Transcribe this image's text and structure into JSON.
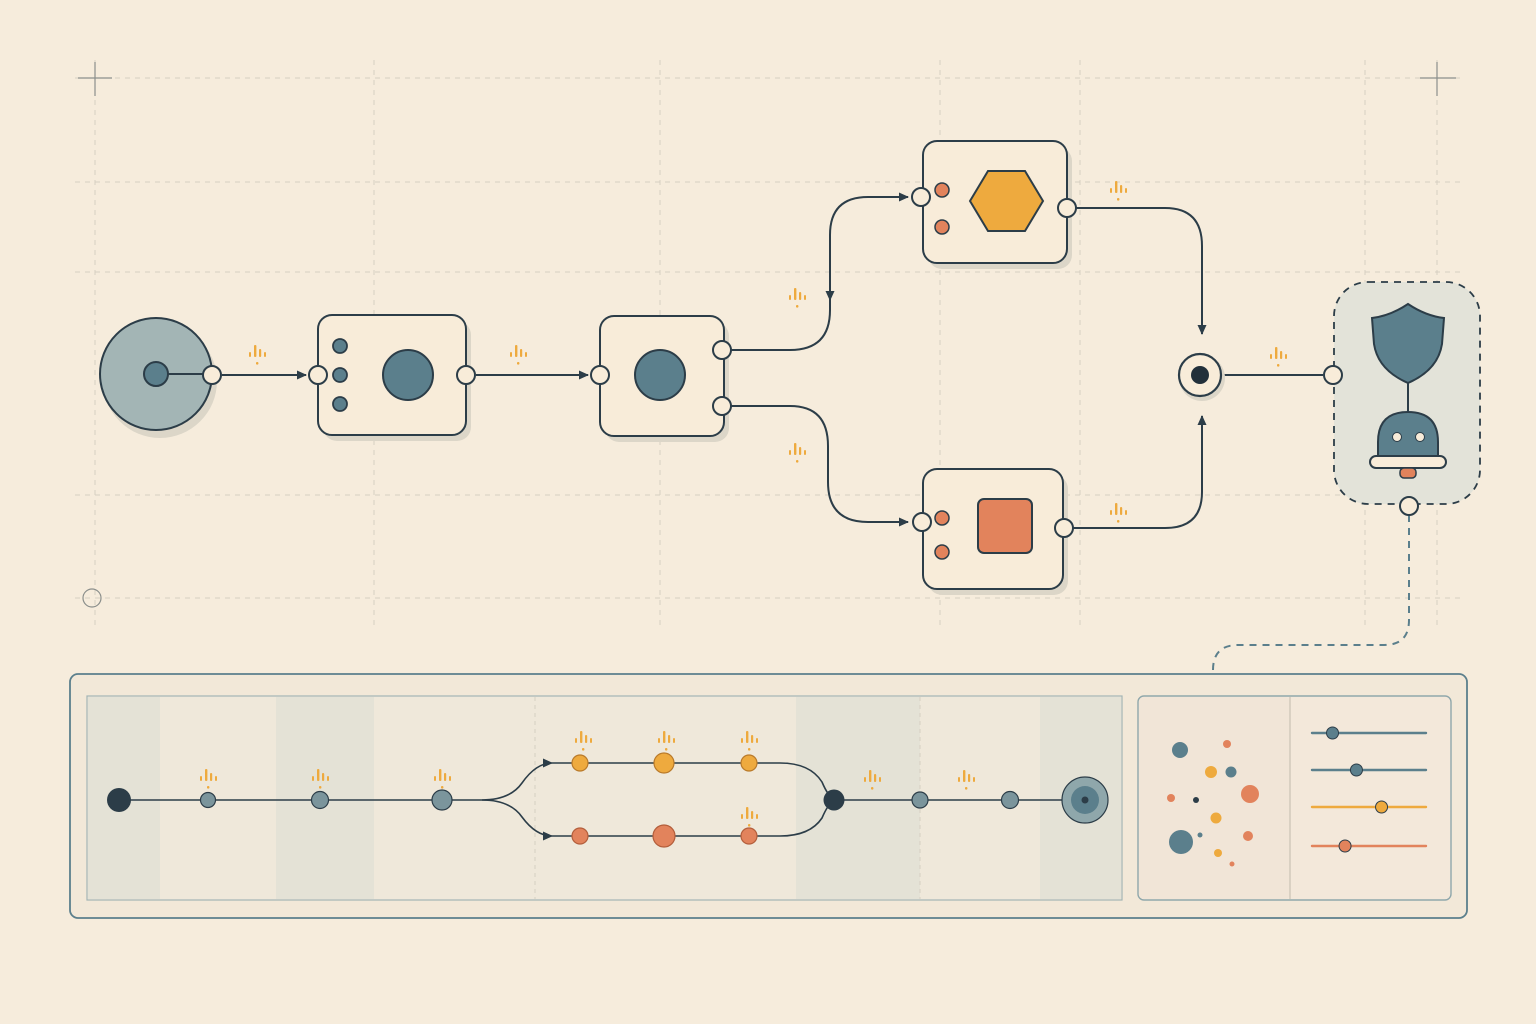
{
  "colors": {
    "background": "#f6ecdc",
    "grid": "#d6cfc2",
    "ink": "#2c3d48",
    "teal": "#5b7f8c",
    "teal_light": "#a3b5b5",
    "amber": "#eeaa3e",
    "coral": "#e2835c",
    "node_fill": "#f8ecd9",
    "shadow": "#dcd6c8",
    "band": "#e4e2d6",
    "timeline_panel": "#efe8da",
    "side_panel": "#f1e5d7"
  },
  "icons": {
    "source": "concentric-circle-icon",
    "split": "hexagon-icon",
    "branch_square": "square-icon",
    "merge": "merge-point-icon",
    "guard": "shield-icon",
    "agent": "robot-head-icon",
    "signal": "signal-pulse-icon",
    "slider": "slider-icon"
  },
  "diagram": {
    "nodes": [
      "source",
      "stage-a",
      "stage-b",
      "branch-hexagon",
      "branch-square",
      "merge",
      "guard-agent"
    ],
    "edges": [
      [
        "source",
        "stage-a"
      ],
      [
        "stage-a",
        "stage-b"
      ],
      [
        "stage-b",
        "branch-hexagon"
      ],
      [
        "stage-b",
        "branch-square"
      ],
      [
        "branch-hexagon",
        "merge"
      ],
      [
        "branch-square",
        "merge"
      ],
      [
        "merge",
        "guard-agent"
      ],
      [
        "guard-agent",
        "side-panel"
      ]
    ]
  },
  "sliders": [
    {
      "color": "teal",
      "value": 0.18
    },
    {
      "color": "teal",
      "value": 0.39
    },
    {
      "color": "amber",
      "value": 0.61
    },
    {
      "color": "coral",
      "value": 0.29
    }
  ]
}
